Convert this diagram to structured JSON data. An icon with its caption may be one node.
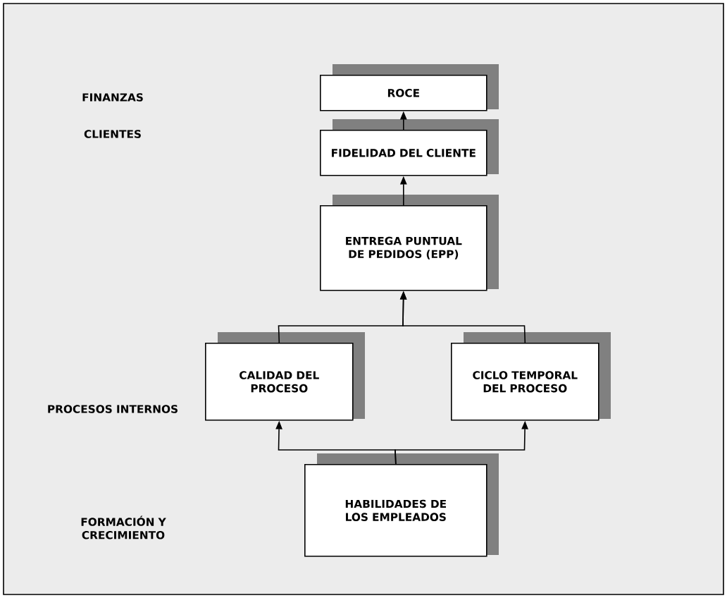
{
  "diagram": {
    "nodes": [
      {
        "text": [
          "ROCE"
        ]
      },
      {
        "text": [
          "FIDELIDAD DEL CLIENTE"
        ]
      },
      {
        "text": [
          "ENTREGA PUNTUAL DE PEDIDOS (EPP)"
        ]
      },
      {
        "text": [
          "CALIDAD DEL PROCESO"
        ]
      },
      {
        "text": [
          "CICLO TEMPORAL DEL PROCESO"
        ]
      },
      {
        "text": [
          "HABILIDADES DE LOS EMPLEADOS"
        ]
      }
    ],
    "edges": [
      {
        "from": 1,
        "to": 0,
        "arrow": "to"
      },
      {
        "from": 2,
        "to": 1,
        "arrow": "to"
      },
      {
        "from": 3,
        "to": 2,
        "arrow": "to"
      },
      {
        "from": 4,
        "to": 2,
        "arrow": "to"
      },
      {
        "from": 5,
        "to": 3,
        "arrow": "to"
      },
      {
        "from": 5,
        "to": 4,
        "arrow": "to"
      }
    ],
    "labels": [
      "FINANZAS",
      "CLIENTES",
      "PROCESOS INTERNOS",
      "FORMACIÓN Y CRECIMIENTO"
    ]
  }
}
